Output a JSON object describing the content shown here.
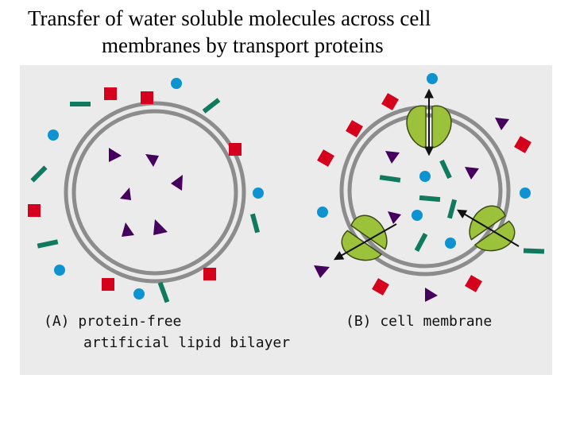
{
  "slide": {
    "title_line1": "Transfer of water soluble molecules across cell",
    "title_line2": "membranes by transport proteins"
  },
  "figure": {
    "panel_a": {
      "label_line1": "(A) protein-free",
      "label_line2": "artificial lipid bilayer"
    },
    "panel_b": {
      "label_line1": "(B) cell membrane"
    },
    "colors": {
      "background": "#ebebeb",
      "membrane": "#8c8c8c",
      "square": "#d4001c",
      "circle": "#0c93d0",
      "rod": "#0f7a5e",
      "triangle": "#45005e",
      "protein": "#9cc13a",
      "protein_outline": "#3c4a14",
      "arrow": "#111111",
      "label": "#111111"
    },
    "icons": [
      "red-square",
      "blue-circle",
      "green-rod",
      "purple-triangle",
      "transport-protein",
      "transport-arrow"
    ]
  }
}
